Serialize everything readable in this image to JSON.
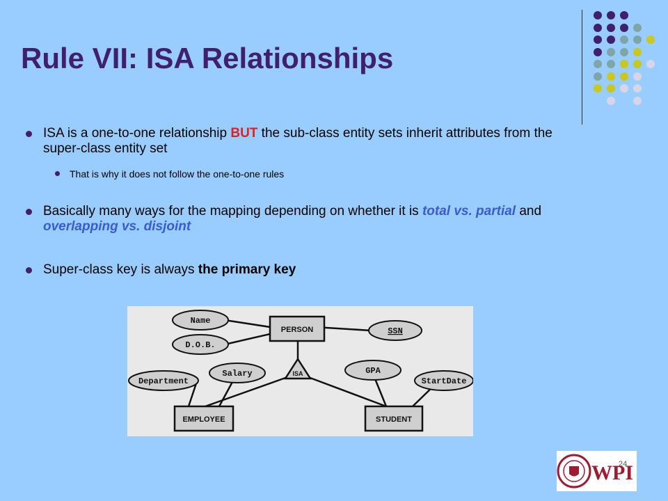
{
  "title": "Rule VII: ISA Relationships",
  "bullets": {
    "b1": {
      "p1": "ISA is a one-to-one relationship ",
      "strong": "BUT",
      "p2": " the sub-class entity sets inherit attributes from the super-class entity set",
      "sub": "That is why it does not follow the one-to-one rules"
    },
    "b2": {
      "p1": "Basically many ways for the mapping depending on whether it is ",
      "em1": "total vs. partial",
      "p2": " and ",
      "em2": "overlapping vs. disjoint"
    },
    "b3": {
      "p1": "Super-class key is always ",
      "strong": "the primary key"
    }
  },
  "diagram": {
    "entities": {
      "person": "PERSON",
      "employee": "EMPLOYEE",
      "student": "STUDENT"
    },
    "relationship": "ISA",
    "attributes": {
      "name": "Name",
      "dob": "D.O.B.",
      "ssn": "SSN",
      "salary": "Salary",
      "department": "Department",
      "gpa": "GPA",
      "startdate": "StartDate"
    }
  },
  "page_number": "24",
  "logo_text": "WPI",
  "colors": {
    "background": "#99ccff",
    "title": "#3f1f6e",
    "highlight_red": "#e02020",
    "highlight_blue": "#3a5ccf",
    "dot_purple": "#3f1f6e",
    "dot_teal": "#7fa6a6",
    "dot_yellow": "#c8c81e",
    "dot_lilac": "#d6d6e8",
    "logo_red": "#9e1b32"
  }
}
